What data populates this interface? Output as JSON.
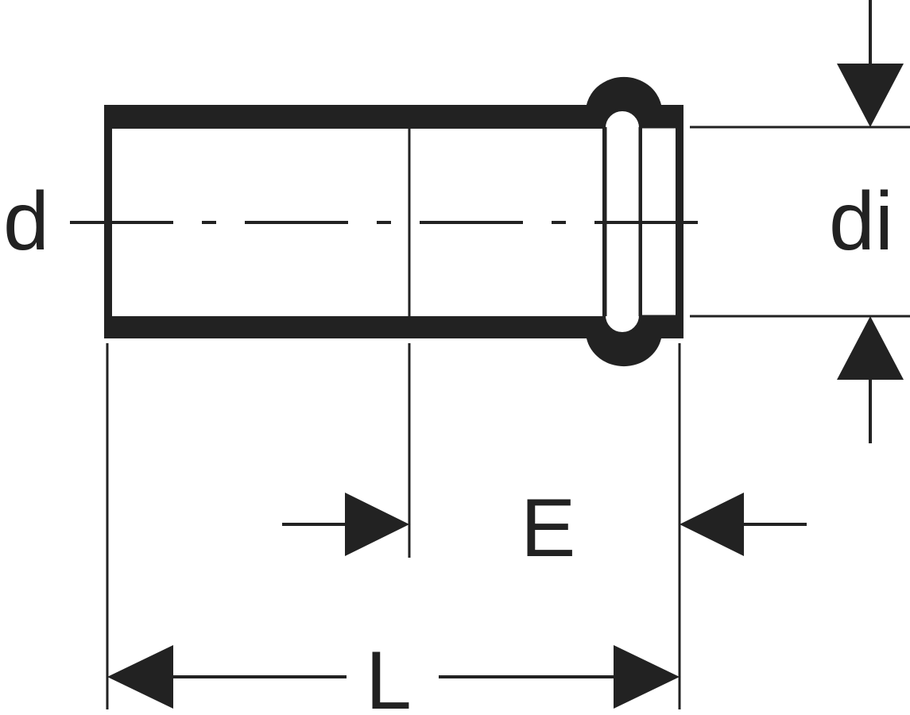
{
  "labels": {
    "outer_diameter": "d",
    "inner_diameter": "di",
    "insertion_depth": "E",
    "length": "L"
  },
  "colors": {
    "line": "#222222",
    "background": "#ffffff"
  }
}
